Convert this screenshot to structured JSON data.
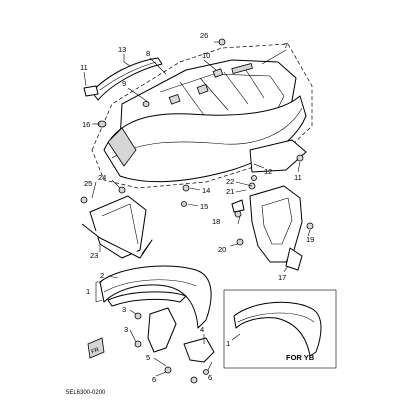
{
  "diagram": {
    "labels": {
      "p1a": "1",
      "p2": "2",
      "p3a": "3",
      "p4": "4",
      "p5": "5",
      "p6a": "6",
      "p3b": "3",
      "p6b": "6",
      "p7": "7",
      "p8": "8",
      "p9": "9",
      "p10": "10",
      "p11a": "11",
      "p11b": "11",
      "p12": "12",
      "p13": "13",
      "p14": "14",
      "p15": "15",
      "p16": "16",
      "p17": "17",
      "p18": "18",
      "p19": "19",
      "p20": "20",
      "p21": "21",
      "p22": "22",
      "p23": "23",
      "p24": "24",
      "p25": "25",
      "p26": "26",
      "p1b": "1"
    },
    "inset_label": "FOR YB",
    "drawing_code": "5EL6300-0200",
    "corner_mark": "FR"
  }
}
